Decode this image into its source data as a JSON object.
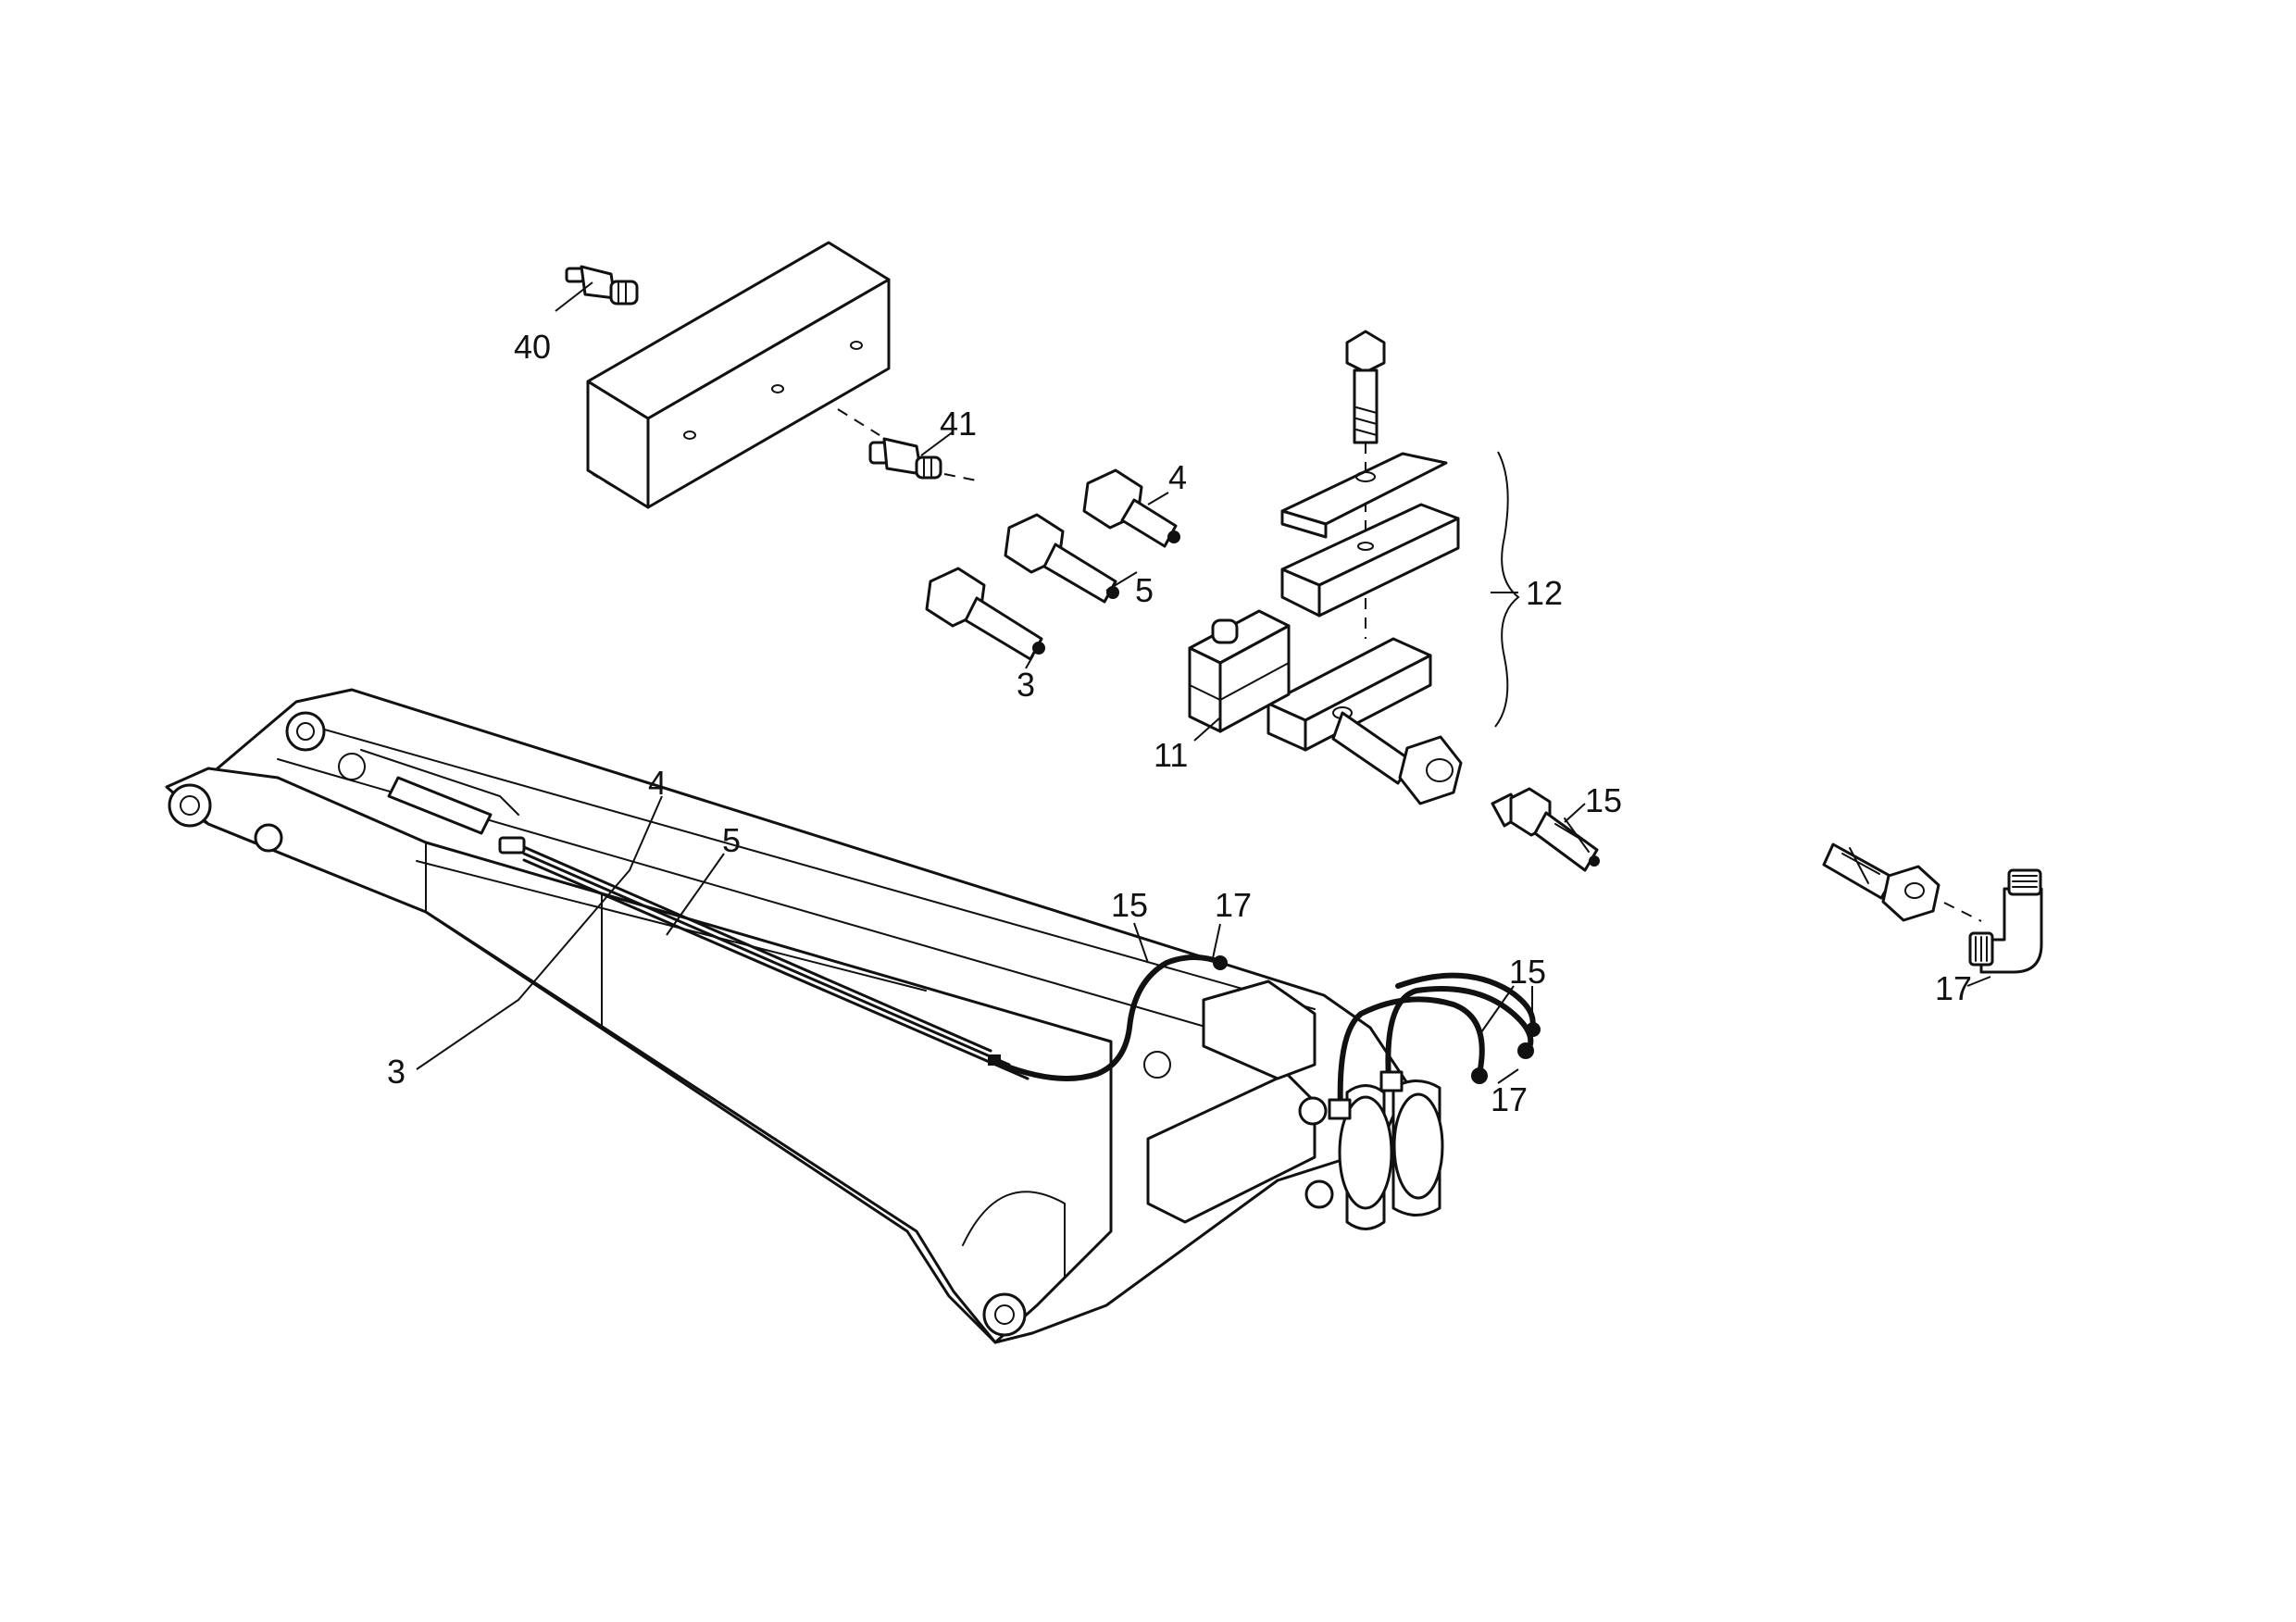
{
  "callouts": {
    "c40": "40",
    "c41": "41",
    "c4_top": "4",
    "c5_top": "5",
    "c3_top": "3",
    "c12": "12",
    "c11": "11",
    "c15_mid": "15",
    "c4_arm": "4",
    "c5_arm": "5",
    "c3_arm": "3",
    "c15_hose": "15",
    "c17_hose": "17",
    "c15_end": "15",
    "c17_end": "17",
    "c17_right": "17"
  }
}
